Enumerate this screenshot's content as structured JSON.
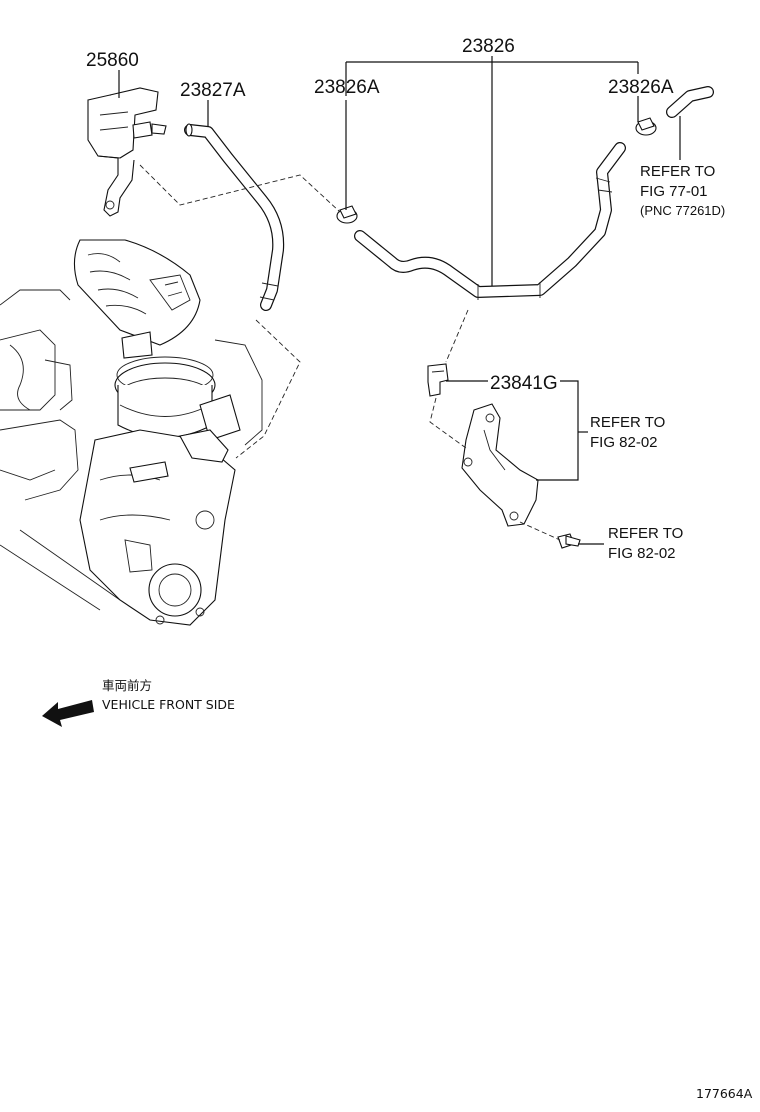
{
  "callouts": {
    "vsv": "25860",
    "hose_a": "23827A",
    "hose_main": "23826",
    "clamp_left": "23826A",
    "clamp_right": "23826A",
    "clip": "23841G"
  },
  "references": {
    "ref1_line1": "REFER TO",
    "ref1_line2": "FIG 77-01",
    "ref1_line3": "(PNC 77261D)",
    "ref2_line1": "REFER TO",
    "ref2_line2": "FIG 82-02",
    "ref3_line1": "REFER TO",
    "ref3_line2": "FIG 82-02"
  },
  "direction": {
    "japanese": "車両前方",
    "english": "VEHICLE FRONT SIDE",
    "icon": "arrow-left-icon"
  },
  "figure_code": "177664A"
}
